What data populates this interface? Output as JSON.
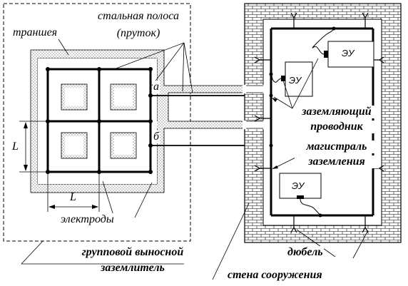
{
  "labels": {
    "steel_strip_1": "стальная полоса",
    "steel_strip_2": "(пруток)",
    "trench": "траншея",
    "point_a": "а",
    "point_b": "б",
    "dim_L_vertical": "L",
    "dim_L_horizontal": "L",
    "electrodes": "электроды",
    "group_remote_1": "групповой выносной",
    "group_remote_2": "заземлитель",
    "grounding_conductor_1": "заземляющий",
    "grounding_conductor_2": "проводник",
    "main_1": "магистраль",
    "main_2": "заземления",
    "dowel": "дюбель",
    "structure_wall": "стена сооружения"
  },
  "devices": {
    "eu_top_right": "ЭУ",
    "eu_middle": "ЭУ",
    "eu_bottom": "ЭУ"
  }
}
